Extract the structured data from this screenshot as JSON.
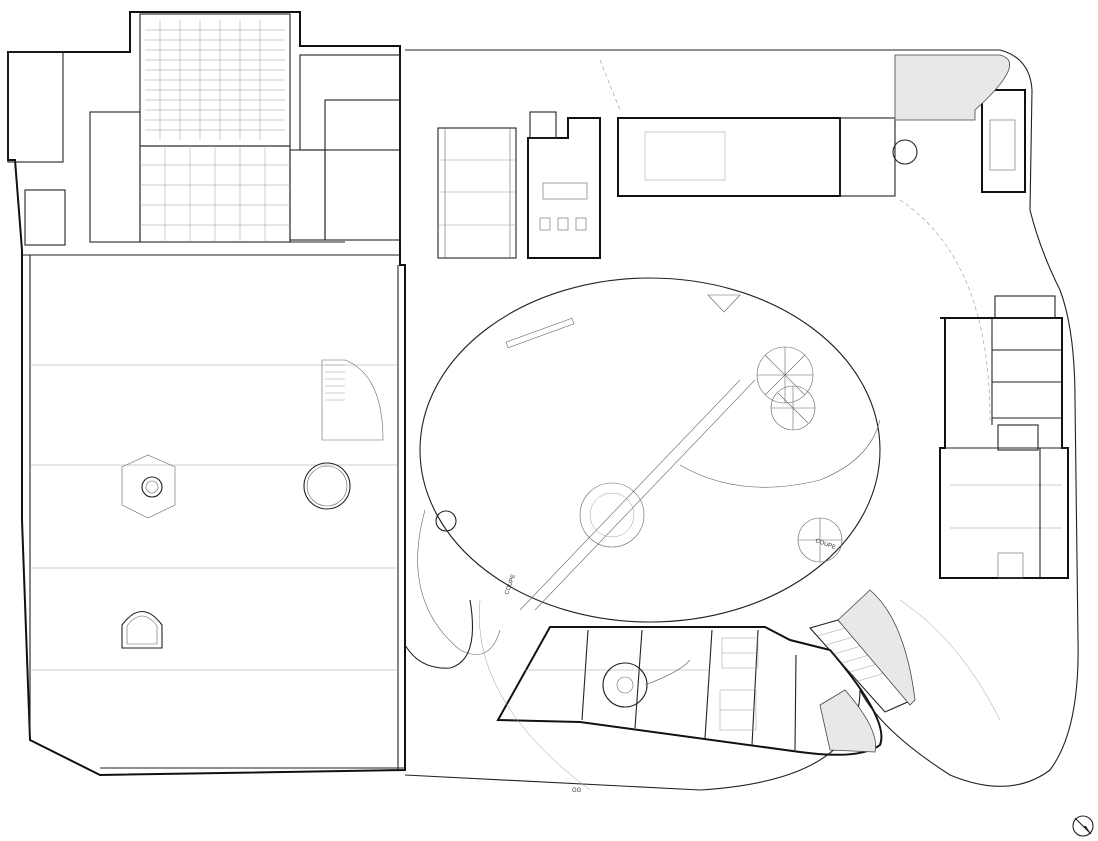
{
  "drawing": {
    "section_label_1": "COUPE",
    "section_label_2": "COUPE",
    "section_label_3": "GG"
  },
  "colors": {
    "line": "#222222",
    "thin": "#666666",
    "hatch": "#e8e8e8",
    "background": "#ffffff"
  },
  "icons": {
    "north_arrow": "north-arrow-icon"
  }
}
